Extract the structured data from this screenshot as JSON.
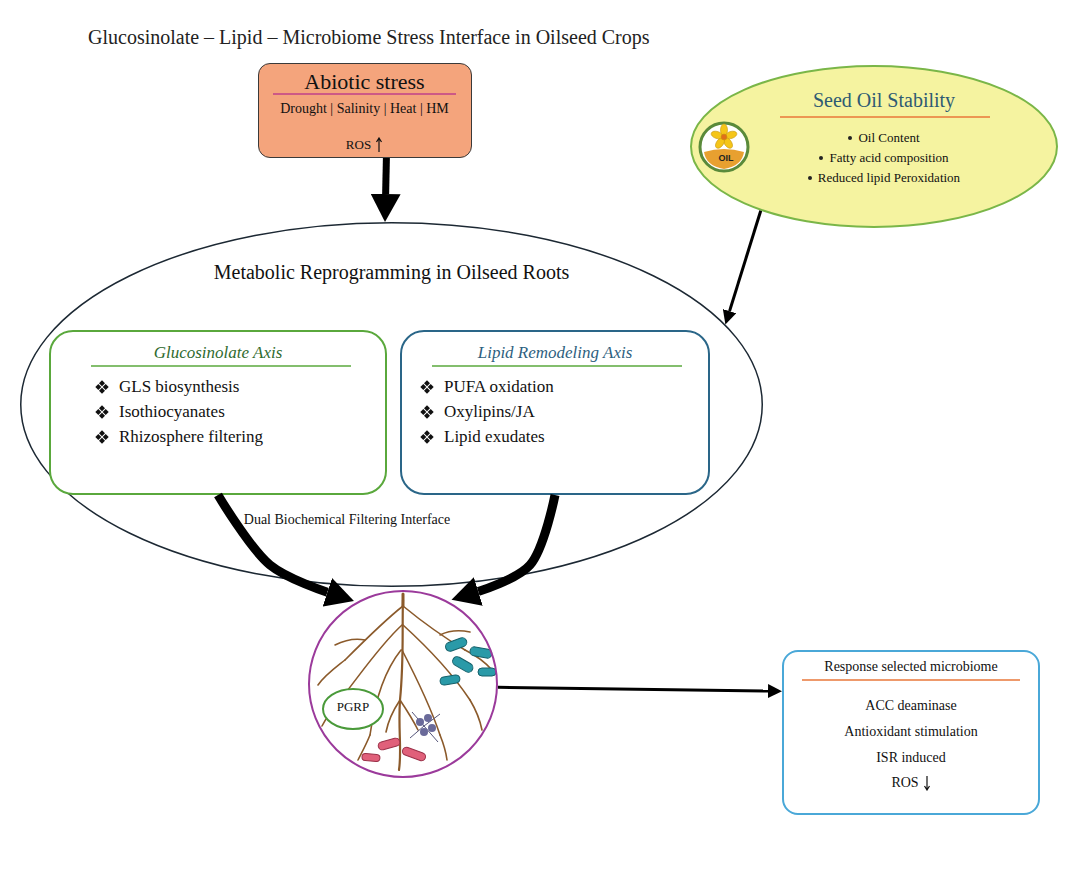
{
  "diagram": {
    "title": "Glucosinolate – Lipid – Microbiome Stress Interface in Oilseed Crops",
    "nodes": [
      {
        "text": [
          "Abiotic stress",
          "Drought | Salinity | Heat | HM",
          "ROS"
        ]
      },
      {
        "text": [
          "Seed Oil Stability",
          "Oil Content",
          "Fatty acid composition",
          "Reduced lipid Peroxidation"
        ]
      },
      {
        "text": [
          "Metabolic Reprogramming in Oilseed Roots",
          "Dual Biochemical Filtering Interface"
        ]
      },
      {
        "text": [
          "Glucosinolate Axis",
          "GLS biosynthesis",
          "Isothiocyanates",
          "Rhizosphere filtering"
        ],
        "in": 2
      },
      {
        "text": [
          "Lipid Remodeling Axis",
          "PUFA oxidation",
          "Oxylipins/JA",
          "Lipid exudates"
        ],
        "in": 2
      },
      {
        "text": []
      },
      {
        "text": [
          "PGRP"
        ],
        "in": 5
      },
      {
        "text": [
          "Response selected microbiome",
          "ACC deaminase",
          "Antioxidant stimulation",
          "ISR induced",
          "ROS"
        ]
      }
    ],
    "edges": [
      {
        "from": 0,
        "to": 2,
        "arrow": "to"
      },
      {
        "from": 1,
        "to": 2,
        "arrow": "to"
      },
      {
        "from": 3,
        "to": 5,
        "arrow": "to"
      },
      {
        "from": 4,
        "to": 5,
        "arrow": "to"
      },
      {
        "from": 5,
        "to": 7,
        "arrow": "to"
      }
    ],
    "labels": [
      "OIL"
    ]
  }
}
